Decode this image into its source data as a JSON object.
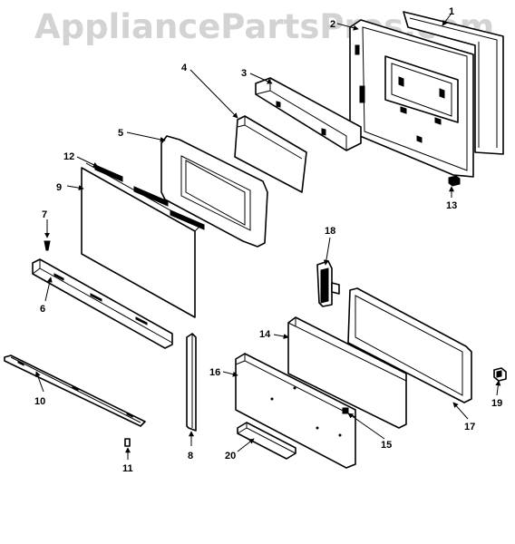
{
  "watermark": "AppliancePartsPros.com",
  "callouts": [
    "1",
    "2",
    "3",
    "4",
    "5",
    "6",
    "7",
    "8",
    "9",
    "10",
    "11",
    "12",
    "13",
    "14",
    "15",
    "16",
    "17",
    "18",
    "19",
    "20"
  ]
}
